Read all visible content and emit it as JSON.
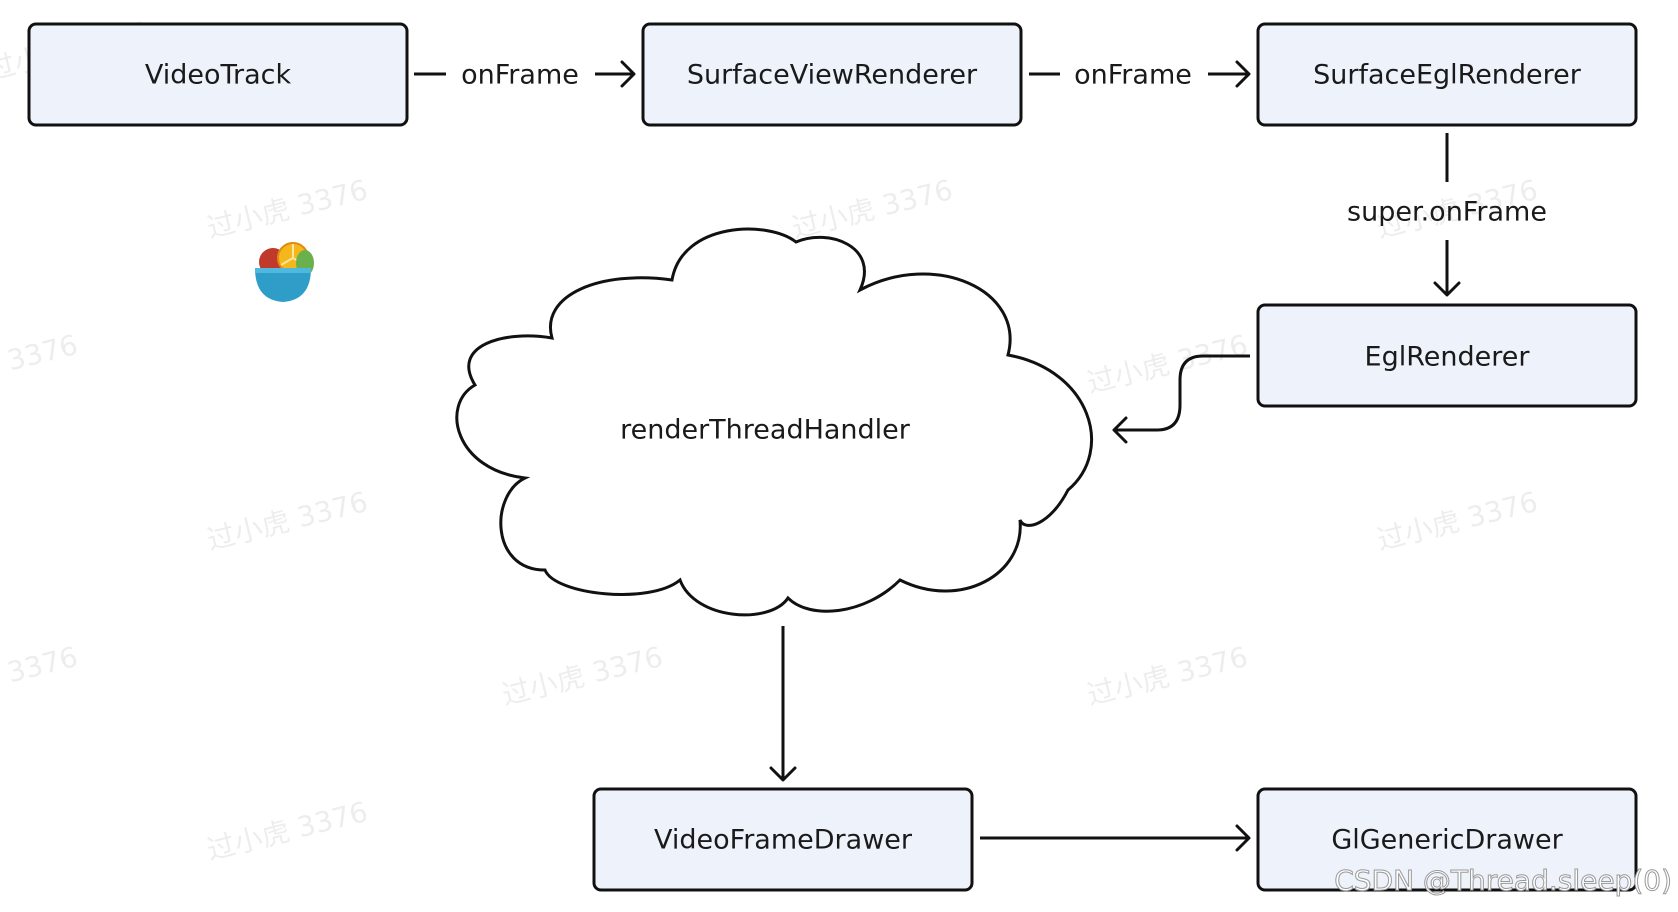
{
  "nodes": {
    "video_track": "VideoTrack",
    "surface_view_renderer": "SurfaceViewRenderer",
    "surface_egl_renderer": "SurfaceEglRenderer",
    "egl_renderer": "EglRenderer",
    "render_thread_handler": "renderThreadHandler",
    "video_frame_drawer": "VideoFrameDrawer",
    "gl_generic_drawer": "GlGenericDrawer"
  },
  "edges": {
    "track_to_view": "onFrame",
    "view_to_surface_egl": "onFrame",
    "surface_egl_to_egl": "super.onFrame"
  },
  "watermark": "过小虎 3376",
  "credit": "CSDN @Thread.sleep(0)",
  "icons": {
    "bowl": "fruit-bowl-icon"
  },
  "colors": {
    "node_fill": "#eef2fb",
    "stroke": "#111111",
    "bowl_blue": "#2e9ec8"
  }
}
